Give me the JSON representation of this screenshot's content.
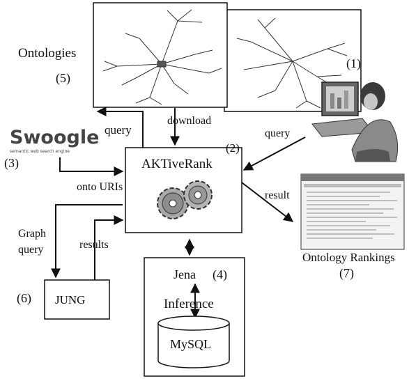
{
  "labels": {
    "ontologies": "Ontologies",
    "ontologies_num": "(5)",
    "user_num": "(1)",
    "swoogle_logo": "Swoogle",
    "swoogle_tagline": "semantic web search engine",
    "swoogle_num": "(3)",
    "query_left": "query",
    "download": "download",
    "query_right": "query",
    "aktiverank": "AKTiveRank",
    "aktiverank_num": "(2)",
    "onto_uris": "onto URIs",
    "result": "result",
    "graph_query_1": "Graph",
    "graph_query_2": "query",
    "results": "results",
    "jung": "JUNG",
    "jung_num": "(6)",
    "jena": "Jena",
    "jena_num": "(4)",
    "inference": "Inference",
    "mysql": "MySQL",
    "rankings": "Ontology Rankings",
    "rankings_num": "(7)"
  }
}
